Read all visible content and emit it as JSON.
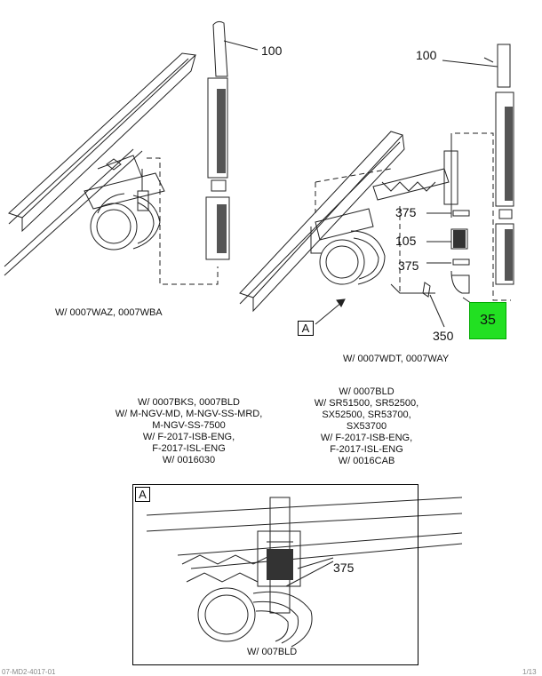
{
  "diagram": {
    "callouts": {
      "left_pipe": "100",
      "right_pipe": "100",
      "clamp_upper": "375",
      "bellows": "105",
      "clamp_lower": "375",
      "elbow": "350",
      "highlighted": "35",
      "detail_ref": "A",
      "detail_clamps": "375"
    },
    "captions": {
      "left_view": "W/ 0007WAZ, 0007WBA",
      "right_view": "W/ 0007WDT, 0007WAY",
      "detail_view": "W/ 007BLD"
    },
    "detail_box_label": "A",
    "applicability_left": [
      "W/ 0007BKS, 0007BLD",
      "W/ M-NGV-MD, M-NGV-SS-MRD,",
      "M-NGV-SS-7500",
      "W/ F-2017-ISB-ENG,",
      "F-2017-ISL-ENG",
      "W/ 0016030"
    ],
    "applicability_right": [
      "W/ 0007BLD",
      "W/ SR51500, SR52500,",
      "SX52500, SR53700,",
      "SX53700",
      "W/ F-2017-ISB-ENG,",
      "F-2017-ISL-ENG",
      "W/ 0016CAB"
    ],
    "footer_left": "07-MD2-4017-01",
    "footer_right": "1/13"
  },
  "colors": {
    "highlight": "#22e022",
    "line": "#222222"
  }
}
